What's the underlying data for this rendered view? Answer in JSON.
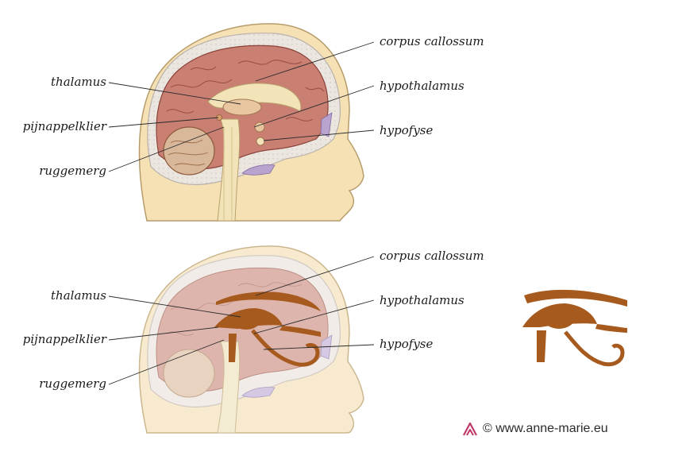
{
  "labels": {
    "top": {
      "corpus_callossum": "corpus callossum",
      "thalamus": "thalamus",
      "hypothalamus": "hypothalamus",
      "pijnappelklier": "pijnappelklier",
      "hypofyse": "hypofyse",
      "ruggemerg": "ruggemerg"
    },
    "bottom": {
      "corpus_callossum": "corpus callossum",
      "thalamus": "thalamus",
      "hypothalamus": "hypothalamus",
      "pijnappelklier": "pijnappelklier",
      "hypofyse": "hypofyse",
      "ruggemerg": "ruggemerg"
    }
  },
  "credit": {
    "text": "© www.anne-marie.eu",
    "logo_icon": "anne-marie-logo-icon",
    "logo_color": "#c0396b"
  },
  "colors": {
    "brain": "#c97f72",
    "brain_dark": "#9a4e44",
    "skin": "#f6e1b5",
    "skull": "#ede6df",
    "eye_brown": "#a65a1e",
    "ventricle": "#b9a4cf",
    "faded_brain": "#d9b0a6"
  }
}
